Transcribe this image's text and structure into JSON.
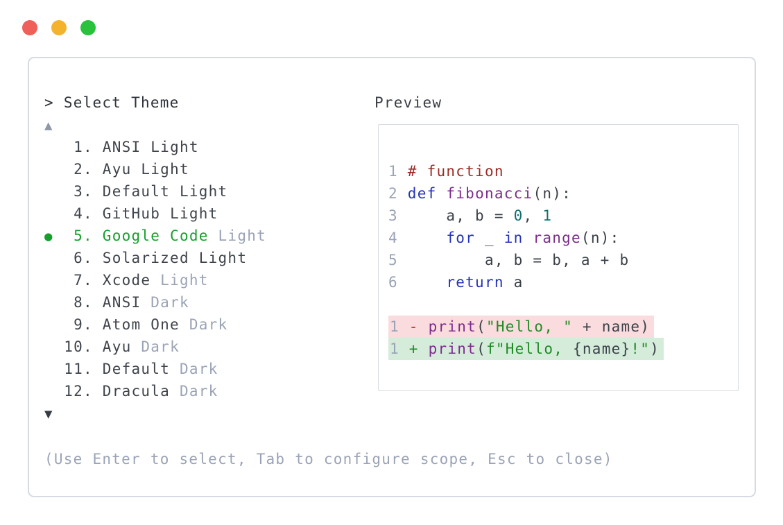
{
  "window": {
    "controls": [
      {
        "name": "close",
        "color": "#f0605a"
      },
      {
        "name": "minimize",
        "color": "#f3b32c"
      },
      {
        "name": "maximize",
        "color": "#28c23d"
      }
    ]
  },
  "prompt": {
    "caret": ">",
    "title": "Select Theme"
  },
  "theme_list": {
    "scroll_up_icon": "▲",
    "scroll_down_icon": "▼",
    "selected_number": "5",
    "items": [
      {
        "number": "1",
        "name": "ANSI",
        "variant": "Light",
        "muted_variant": false,
        "selected": false
      },
      {
        "number": "2",
        "name": "Ayu",
        "variant": "Light",
        "muted_variant": false,
        "selected": false
      },
      {
        "number": "3",
        "name": "Default",
        "variant": "Light",
        "muted_variant": false,
        "selected": false
      },
      {
        "number": "4",
        "name": "GitHub",
        "variant": "Light",
        "muted_variant": false,
        "selected": false
      },
      {
        "number": "5",
        "name": "Google Code",
        "variant": "Light",
        "muted_variant": true,
        "selected": true
      },
      {
        "number": "6",
        "name": "Solarized",
        "variant": "Light",
        "muted_variant": false,
        "selected": false
      },
      {
        "number": "7",
        "name": "Xcode",
        "variant": "Light",
        "muted_variant": true,
        "selected": false
      },
      {
        "number": "8",
        "name": "ANSI",
        "variant": "Dark",
        "muted_variant": true,
        "selected": false
      },
      {
        "number": "9",
        "name": "Atom One",
        "variant": "Dark",
        "muted_variant": true,
        "selected": false
      },
      {
        "number": "10",
        "name": "Ayu",
        "variant": "Dark",
        "muted_variant": true,
        "selected": false
      },
      {
        "number": "11",
        "name": "Default",
        "variant": "Dark",
        "muted_variant": true,
        "selected": false
      },
      {
        "number": "12",
        "name": "Dracula",
        "variant": "Dark",
        "muted_variant": true,
        "selected": false
      }
    ]
  },
  "preview": {
    "label": "Preview",
    "code_lines": [
      {
        "no": "1",
        "segments": [
          {
            "t": "# function",
            "c": "comment"
          }
        ]
      },
      {
        "no": "2",
        "segments": [
          {
            "t": "def",
            "c": "keyword"
          },
          {
            "t": " ",
            "c": "plain"
          },
          {
            "t": "fibonacci",
            "c": "function"
          },
          {
            "t": "(n):",
            "c": "plain"
          }
        ]
      },
      {
        "no": "3",
        "segments": [
          {
            "t": "    a, b = ",
            "c": "plain"
          },
          {
            "t": "0",
            "c": "number"
          },
          {
            "t": ", ",
            "c": "plain"
          },
          {
            "t": "1",
            "c": "number"
          }
        ]
      },
      {
        "no": "4",
        "segments": [
          {
            "t": "    ",
            "c": "plain"
          },
          {
            "t": "for",
            "c": "keyword"
          },
          {
            "t": " _ ",
            "c": "plain"
          },
          {
            "t": "in",
            "c": "keyword"
          },
          {
            "t": " ",
            "c": "plain"
          },
          {
            "t": "range",
            "c": "function"
          },
          {
            "t": "(n):",
            "c": "plain"
          }
        ]
      },
      {
        "no": "5",
        "segments": [
          {
            "t": "        a, b = b, a + b",
            "c": "plain"
          }
        ]
      },
      {
        "no": "6",
        "segments": [
          {
            "t": "    ",
            "c": "plain"
          },
          {
            "t": "return",
            "c": "keyword"
          },
          {
            "t": " a",
            "c": "plain"
          }
        ]
      }
    ],
    "diff_lines": [
      {
        "no": "1",
        "sign": "-",
        "type": "removed",
        "segments": [
          {
            "t": "print",
            "c": "function"
          },
          {
            "t": "(",
            "c": "plain"
          },
          {
            "t": "\"Hello, \"",
            "c": "string"
          },
          {
            "t": " + name)",
            "c": "plain"
          }
        ]
      },
      {
        "no": "1",
        "sign": "+",
        "type": "added",
        "segments": [
          {
            "t": "print",
            "c": "function"
          },
          {
            "t": "(",
            "c": "plain"
          },
          {
            "t": "f\"Hello, ",
            "c": "string"
          },
          {
            "t": "{name}",
            "c": "plain"
          },
          {
            "t": "!\"",
            "c": "string"
          },
          {
            "t": ")",
            "c": "plain"
          }
        ]
      }
    ]
  },
  "hint": "(Use Enter to select, Tab to configure scope, Esc to close)",
  "colors": {
    "selected-green": "#16a02a",
    "text-primary": "#3f444c",
    "text-muted": "#9aa3b5",
    "syntax-comment": "#9c2b24",
    "syntax-keyword": "#2633bd",
    "syntax-function": "#7d2d8e",
    "syntax-string": "#1f8b24",
    "syntax-number": "#0e6f6f",
    "diff-removed-bg": "#fadbde",
    "diff-added-bg": "#d5ecdb",
    "sign-removed": "#c23b35",
    "sign-added": "#1f8b24"
  }
}
